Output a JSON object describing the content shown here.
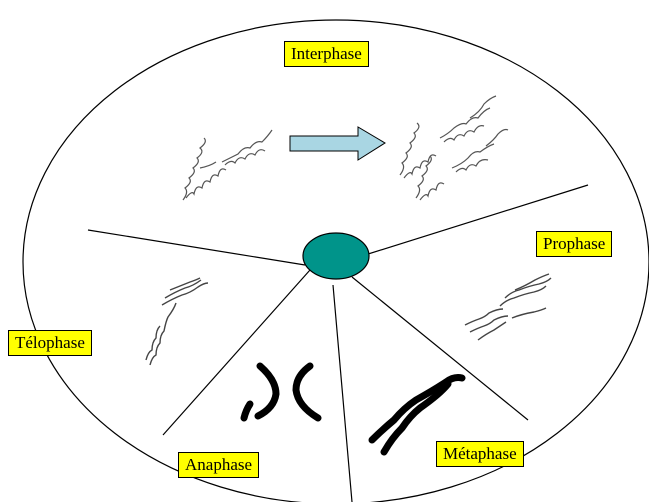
{
  "labels": {
    "interphase": "Interphase",
    "prophase": "Prophase",
    "metaphase": "Métaphase",
    "anaphase": "Anaphase",
    "telophase": "Télophase"
  },
  "colors": {
    "label_bg": "#ffff00",
    "center_ellipse": "#00948a",
    "arrow_fill": "#a9d6e3",
    "outline": "#000000"
  }
}
